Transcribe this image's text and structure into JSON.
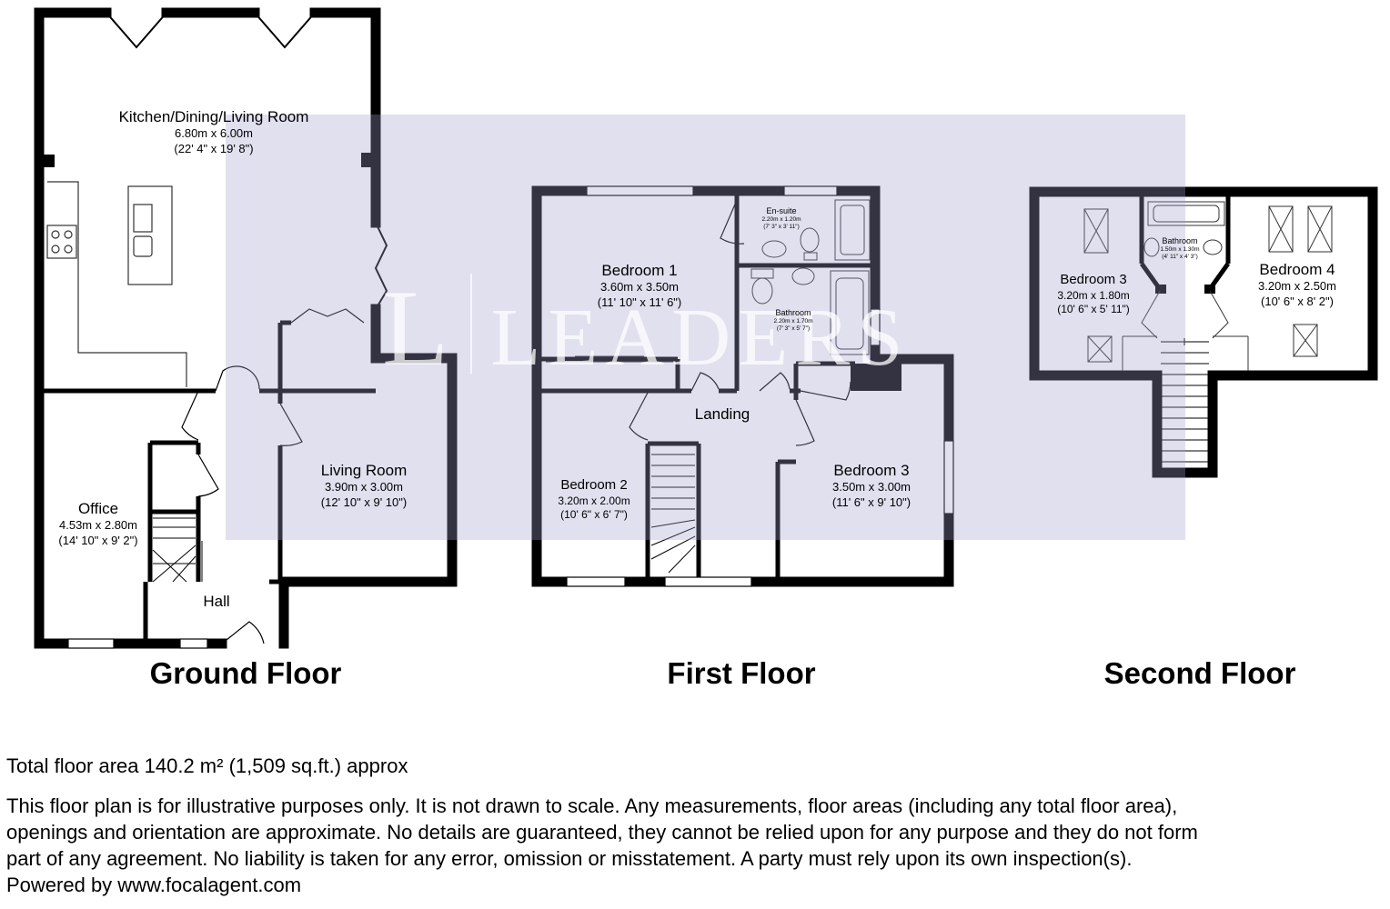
{
  "colors": {
    "wall": "#000000",
    "fixture": "#555555",
    "watermark": "#a0a0cd"
  },
  "watermark": {
    "monogram": "L",
    "word": "LEADERS"
  },
  "floors": [
    {
      "title": "Ground Floor",
      "rooms": [
        {
          "name": "Kitchen/Dining/Living Room",
          "metric": "6.80m x 6.00m",
          "imperial": "(22' 4\" x 19' 8\")"
        },
        {
          "name": "Office",
          "metric": "4.53m x 2.80m",
          "imperial": "(14' 10\" x 9' 2\")"
        },
        {
          "name": "Living Room",
          "metric": "3.90m x 3.00m",
          "imperial": "(12' 10\" x 9' 10\")"
        },
        {
          "name": "Hall",
          "metric": "",
          "imperial": ""
        }
      ]
    },
    {
      "title": "First Floor",
      "rooms": [
        {
          "name": "Bedroom 1",
          "metric": "3.60m x 3.50m",
          "imperial": "(11' 10\" x 11' 6\")"
        },
        {
          "name": "En-suite",
          "metric": "2.20m x 1.20m",
          "imperial": "(7' 3\" x 3' 11\")"
        },
        {
          "name": "Bathroom",
          "metric": "2.20m x 1.70m",
          "imperial": "(7' 3\" x 5' 7\")"
        },
        {
          "name": "Landing",
          "metric": "",
          "imperial": ""
        },
        {
          "name": "Bedroom 2",
          "metric": "3.20m x 2.00m",
          "imperial": "(10' 6\" x 6' 7\")"
        },
        {
          "name": "Bedroom 3",
          "metric": "3.50m x 3.00m",
          "imperial": "(11' 6\" x 9' 10\")"
        }
      ]
    },
    {
      "title": "Second Floor",
      "rooms": [
        {
          "name": "Bedroom 3",
          "metric": "3.20m x 1.80m",
          "imperial": "(10' 6\" x 5' 11\")"
        },
        {
          "name": "Bathroom",
          "metric": "1.50m x 1.30m",
          "imperial": "(4' 11\" x 4' 3\")"
        },
        {
          "name": "Bedroom 4",
          "metric": "3.20m x 2.50m",
          "imperial": "(10' 6\" x 8' 2\")"
        }
      ]
    }
  ],
  "footer": {
    "total_area": "Total floor area 140.2 m² (1,509 sq.ft.) approx",
    "disclaimer_lines": [
      "This floor plan is for illustrative purposes only. It is not drawn to scale. Any measurements, floor areas (including any total floor area),",
      "openings and orientation are approximate. No details are guaranteed, they cannot be relied upon for any purpose and they do not form",
      "part of any agreement. No liability is taken for any error, omission or misstatement. A party must rely upon its own inspection(s).",
      "Powered by www.focalagent.com"
    ]
  }
}
